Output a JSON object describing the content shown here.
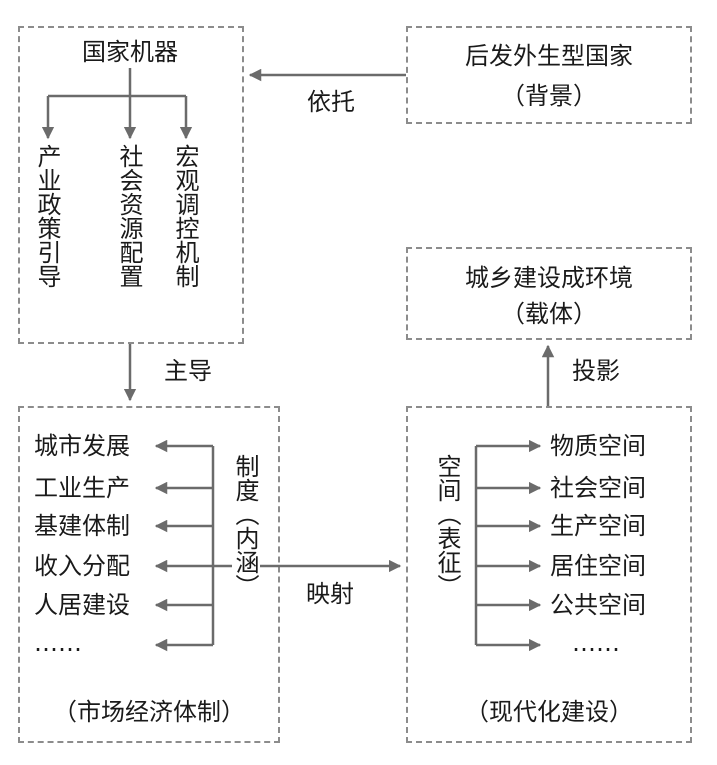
{
  "state_box": {
    "title": "国家机器",
    "items": [
      "产业政策引导",
      "社会资源配置",
      "宏观调控机制"
    ]
  },
  "background_box": {
    "line1": "后发外生型国家",
    "line2": "（背景）"
  },
  "edge_rely": "依托",
  "edge_lead": "主导",
  "edge_map": "映射",
  "edge_project": "投影",
  "carrier_box": {
    "line1": "城乡建设成环境",
    "line2": "（载体）"
  },
  "market_box": {
    "items": [
      "城市发展",
      "工业生产",
      "基建体制",
      "收入分配",
      "人居建设",
      "……"
    ],
    "side_label": "制度（内涵）",
    "caption": "（市场经济体制）"
  },
  "modern_box": {
    "side_label": "空间（表征）",
    "items": [
      "物质空间",
      "社会空间",
      "生产空间",
      "居住空间",
      "公共空间",
      "……"
    ],
    "caption": "（现代化建设）"
  },
  "colors": {
    "line": "#6b6b6b",
    "border": "#8c8c8c",
    "text": "#1a1a1a"
  }
}
